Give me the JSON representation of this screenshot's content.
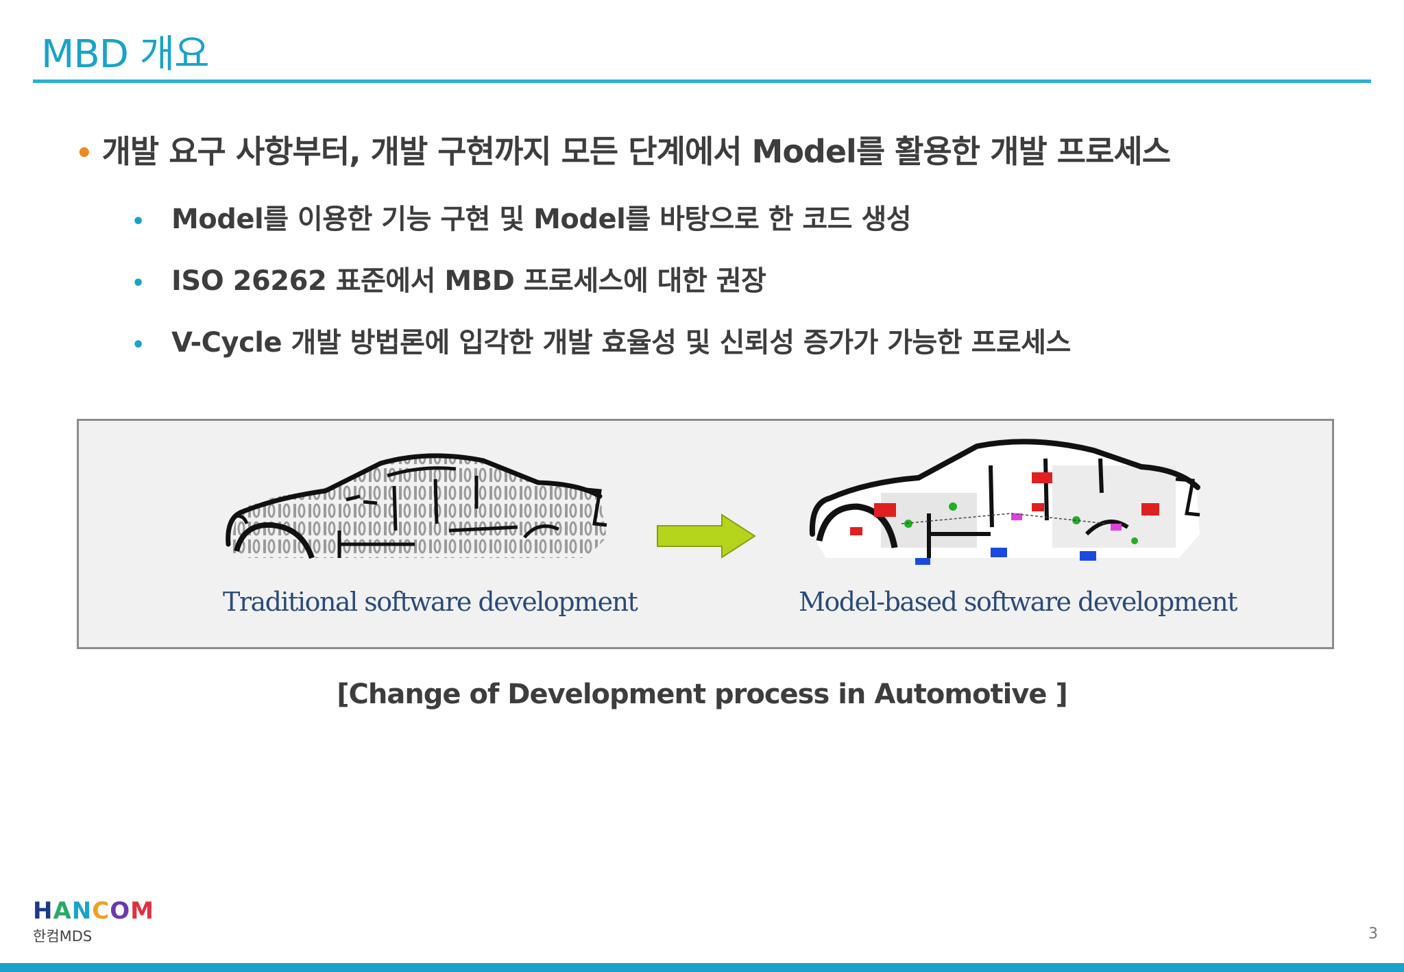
{
  "header": {
    "title": "MBD 개요"
  },
  "bullets": {
    "main": "개발 요구 사항부터, 개발 구현까지 모든 단계에서 Model를 활용한 개발 프로세스",
    "sub": [
      "Model를 이용한 기능 구현 및 Model를 바탕으로 한 코드 생성",
      "ISO 26262 표준에서 MBD 프로세스에 대한 권장",
      "V-Cycle 개발 방법론에 입각한 개발 효율성 및 신뢰성 증가가 가능한 프로세스"
    ]
  },
  "figure": {
    "left_label": "Traditional software development",
    "right_label": "Model-based software development",
    "arrow_color": "#b5d41c"
  },
  "caption": "[Change of Development process in Automotive ]",
  "footer": {
    "logo_letters": [
      "H",
      "A",
      "N",
      "C",
      "O",
      "M"
    ],
    "logo_sub": "한컴MDS",
    "page_number": "3"
  }
}
